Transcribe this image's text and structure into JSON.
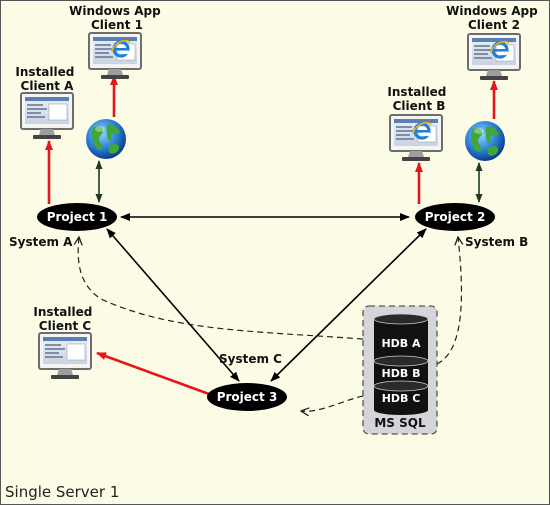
{
  "footer_title": "Single Server 1",
  "clients": {
    "windows_app_1": [
      "Windows App",
      "Client 1"
    ],
    "windows_app_2": [
      "Windows App",
      "Client 2"
    ],
    "installed_a": [
      "Installed",
      "Client A"
    ],
    "installed_b": [
      "Installed",
      "Client B"
    ],
    "installed_c": [
      "Installed",
      "Client C"
    ]
  },
  "projects": {
    "p1": "Project 1",
    "p2": "Project 2",
    "p3": "Project 3"
  },
  "systems": {
    "a": "System A",
    "b": "System B",
    "c": "System C"
  },
  "databases": {
    "hdb_a": "HDB A",
    "hdb_b": "HDB B",
    "hdb_c": "HDB C",
    "container": "MS SQL"
  },
  "colors": {
    "background": "#fcfce6",
    "client_link": "#e8141c",
    "web_link": "#1f3a1f",
    "node": "#000000",
    "db_group_bg": "#d3d5d8"
  },
  "icons": {
    "globe": "globe-icon",
    "monitor": "monitor-icon",
    "browser": "ie-icon",
    "database": "database-cylinder-icon"
  }
}
